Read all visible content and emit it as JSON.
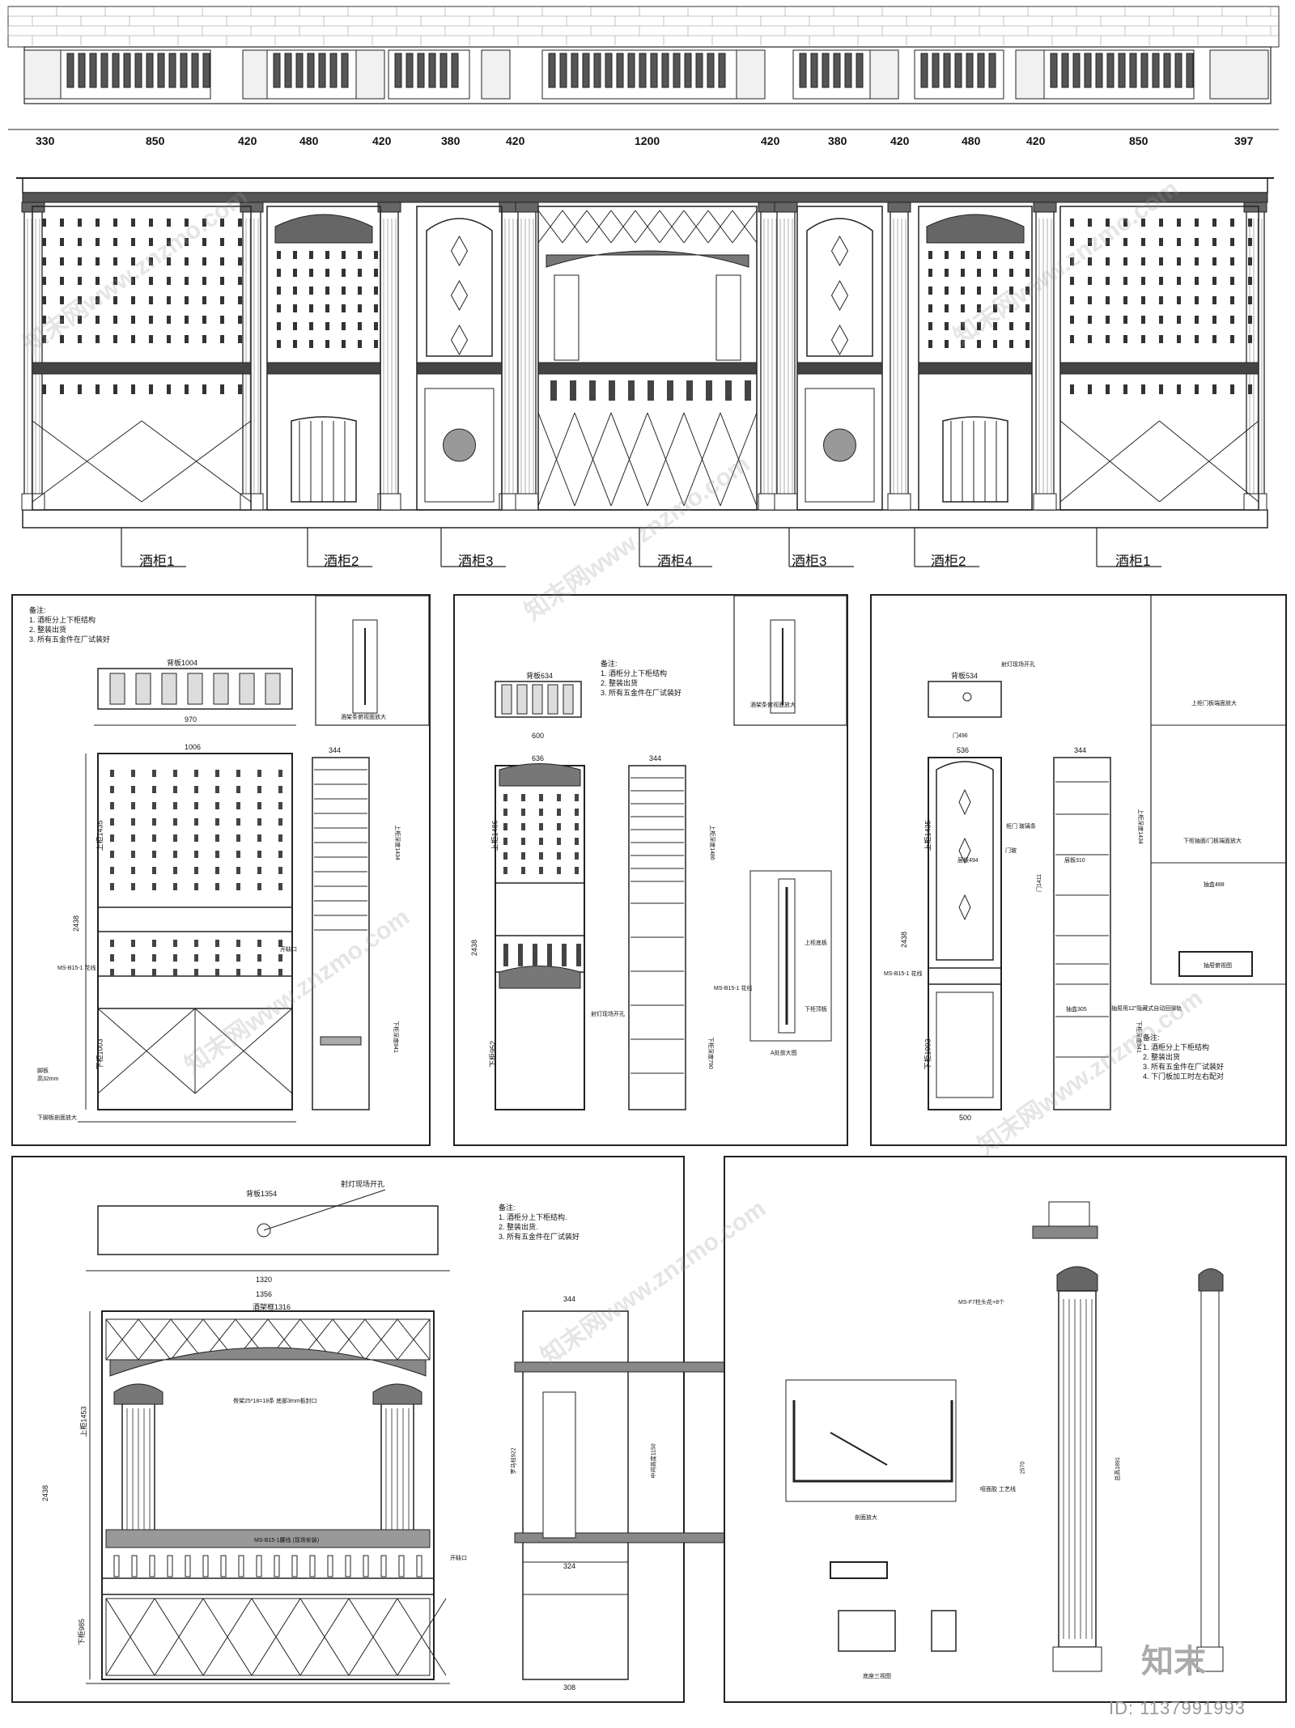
{
  "top_dims": [
    "330",
    "850",
    "420",
    "480",
    "420",
    "380",
    "420",
    "1200",
    "420",
    "380",
    "420",
    "480",
    "420",
    "850",
    "397"
  ],
  "cabinet_labels": [
    "酒柜1",
    "酒柜2",
    "酒柜3",
    "酒柜4",
    "酒柜3",
    "酒柜2",
    "酒柜1"
  ],
  "notes": {
    "title": "备注:",
    "items": [
      "1. 酒柜分上下柜结构",
      "2. 整装出货",
      "3. 所有五金件在厂试装好"
    ]
  },
  "notes_p3": {
    "title": "备注:",
    "items": [
      "1. 酒柜分上下柜结构",
      "2. 整装出货",
      "3. 所有五金件在厂试装好",
      "4. 下门板加工时左右配对"
    ]
  },
  "notes_p4": {
    "title": "备注:",
    "items": [
      "1. 酒柜分上下柜结构.",
      "2. 整装出货.",
      "3. 所有五金件在厂试装好"
    ]
  },
  "panel1": {
    "back": "背板1004",
    "w_inner": "970",
    "w_outer": "1006",
    "side": "344",
    "h_total": "2438",
    "h_upper": "上柜1435",
    "h_lower": "下柜1003",
    "deco": "MS-B15-1 花线",
    "gap": "开缺口",
    "detail": "下脚板剖面放大",
    "foot": "脚板",
    "foot_dim": "高32mm",
    "rack_title": "酒架条俯视面放大",
    "upper_cab": "上柜深度1434",
    "lower_cab": "下柜深度841"
  },
  "panel2": {
    "back": "背板634",
    "w": "600",
    "w_outer": "636",
    "side": "344",
    "h_total": "2438",
    "h_upper": "上柜1486",
    "h_lower": "下柜952",
    "deco": "MS-B15-1 花线",
    "hole": "射灯现场开孔",
    "rack_title": "酒架条俯视面放大",
    "a_detail": "A处放大图",
    "upper_cab": "上柜深度1486",
    "lower_cab": "下柜深度790",
    "board1": "上柜底板",
    "board2": "下柜顶板"
  },
  "panel3": {
    "back": "背板534",
    "hole": "射灯现场开孔",
    "door_w": "门496",
    "w_outer": "536",
    "w": "500",
    "side": "344",
    "h_total": "2438",
    "h_upper": "上柜1435",
    "h_lower": "下柜1003",
    "glass": "柜门 玻璃条",
    "shelf": "层板494",
    "door": "门玻",
    "shelf2": "层板310",
    "shelf3": "抽盒305",
    "deco": "MS-B15-1 花线",
    "door_lbl": "门1411",
    "rail": "抽屉用12″隐藏式自动回弹轨",
    "d1": "上柜门板端面放大",
    "d2": "下柜抽面/门板端面放大",
    "d3": "抽屉俯视图",
    "drawer": "抽盒488",
    "upper_cab": "上柜深度1434",
    "lower_cab": "下柜深度841"
  },
  "panel4": {
    "back": "背板1354",
    "hole": "射灯现场开孔",
    "w": "1320",
    "w_outer": "1356",
    "frame": "酒架框1316",
    "beam": "骨架25*18=18条 底部3mm板封口",
    "deco": "MS-B15-1腰线 (现场安装)",
    "gap": "开缺口",
    "h_total": "2438",
    "h_upper": "上柜1453",
    "h_lower": "下柜985",
    "side": "344",
    "shelf": "324",
    "w2": "308",
    "roman": "罗马柱922",
    "mid": "中间高度1150"
  },
  "panel5": {
    "cap": "MS-F7柱头花+8个",
    "section": "剖面放大",
    "base": "底座三视图",
    "groove": "哑面胶 工艺线",
    "pillar_h": "2570",
    "pillar_h2": "总高1891"
  },
  "brand": "知末",
  "id_text": "ID: 1137991993",
  "watermark": "知末网www.znzmo.com"
}
